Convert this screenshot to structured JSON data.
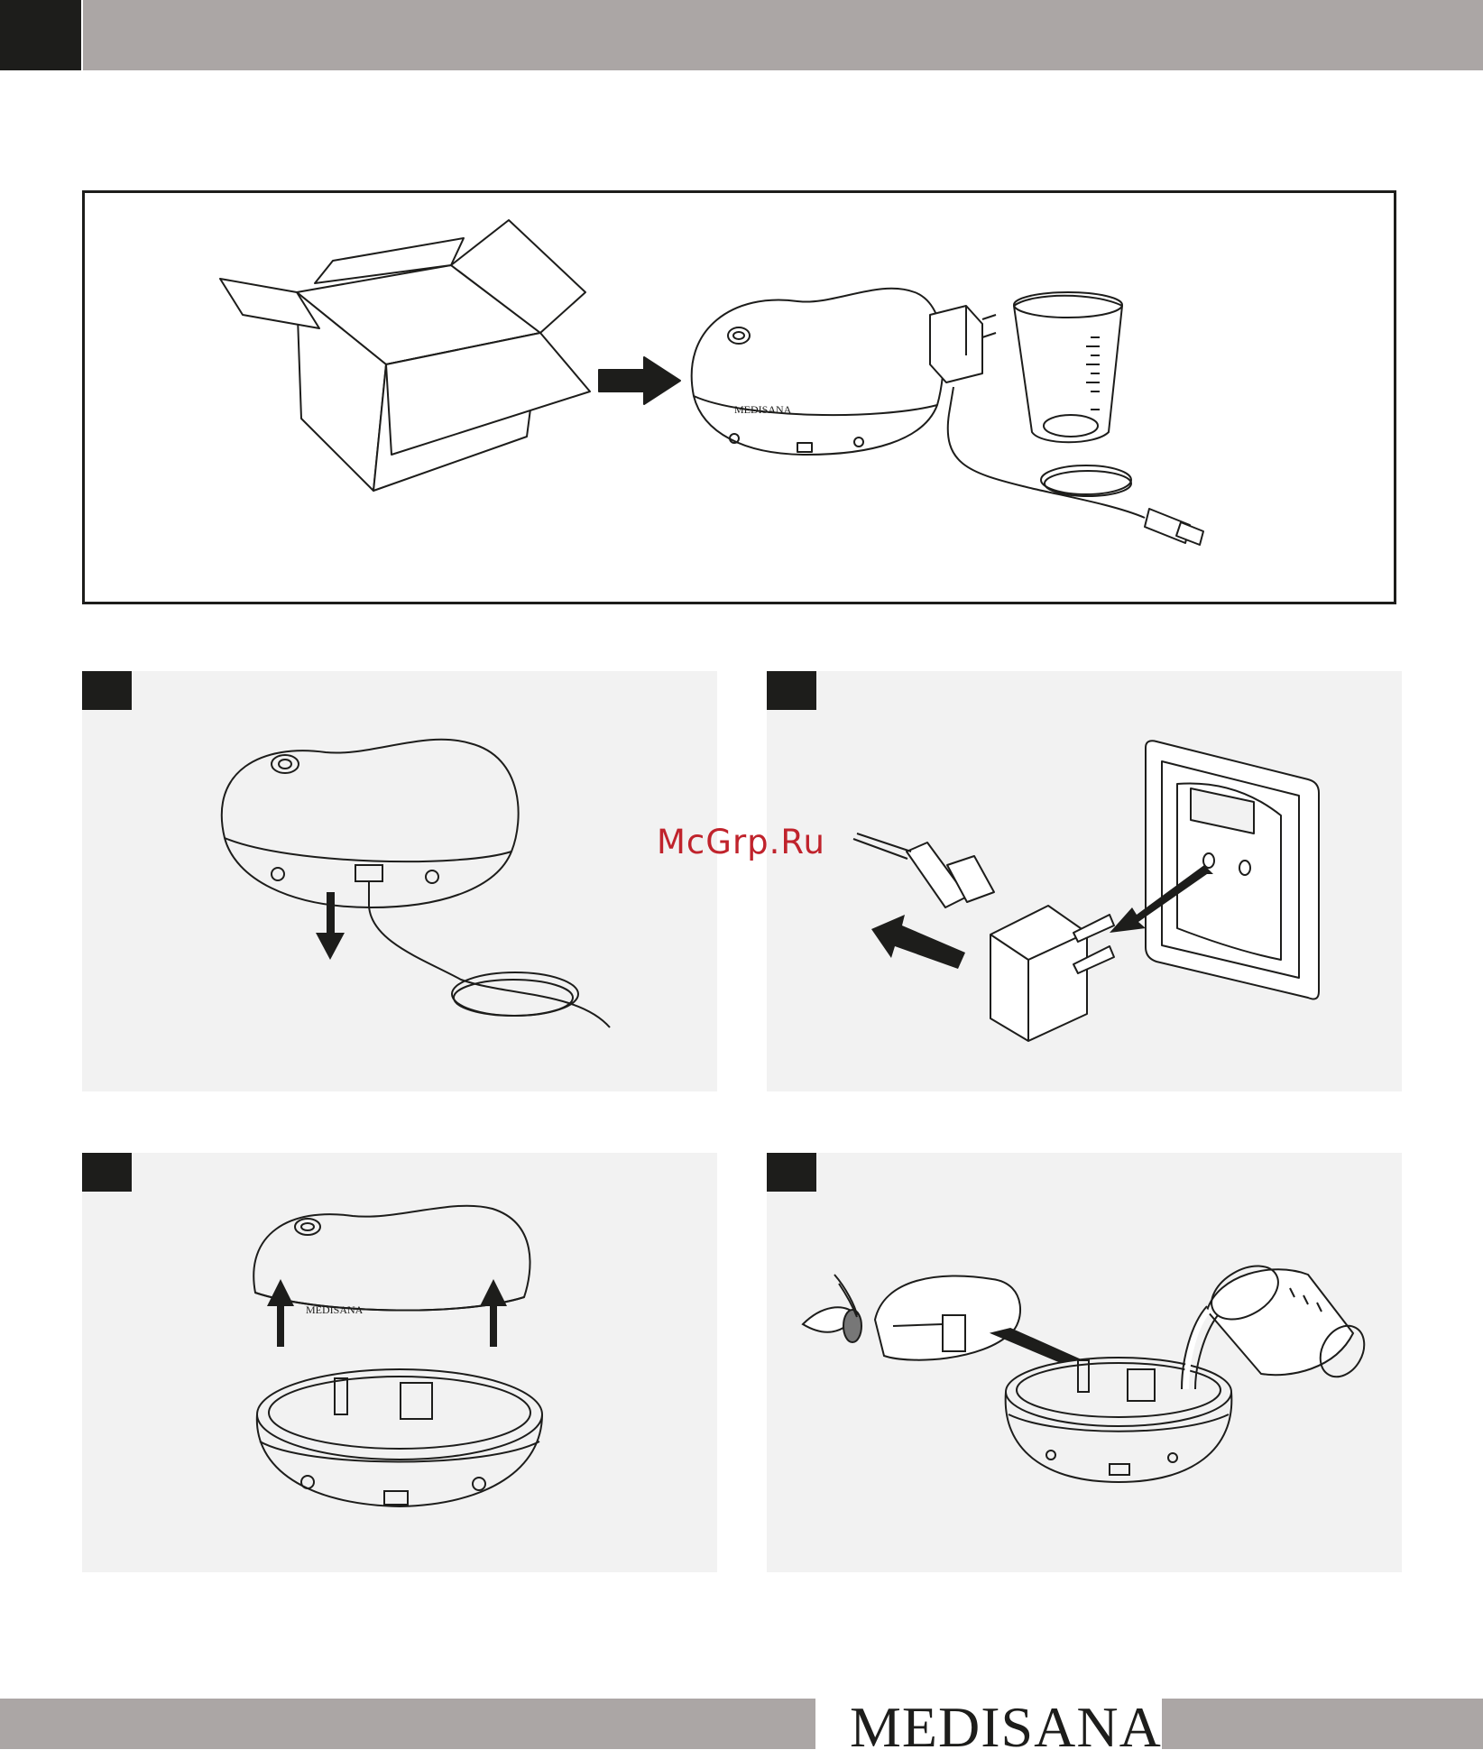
{
  "watermark": "McGrp.Ru",
  "illustration_labels": {
    "device_brand": "MEDISANA"
  },
  "footer": {
    "brand": "MEDISANA",
    "registered_mark": "®"
  },
  "steps": [
    {
      "id": 1,
      "description": ""
    },
    {
      "id": 2,
      "description": ""
    },
    {
      "id": 3,
      "description": ""
    },
    {
      "id": 4,
      "description": ""
    }
  ]
}
